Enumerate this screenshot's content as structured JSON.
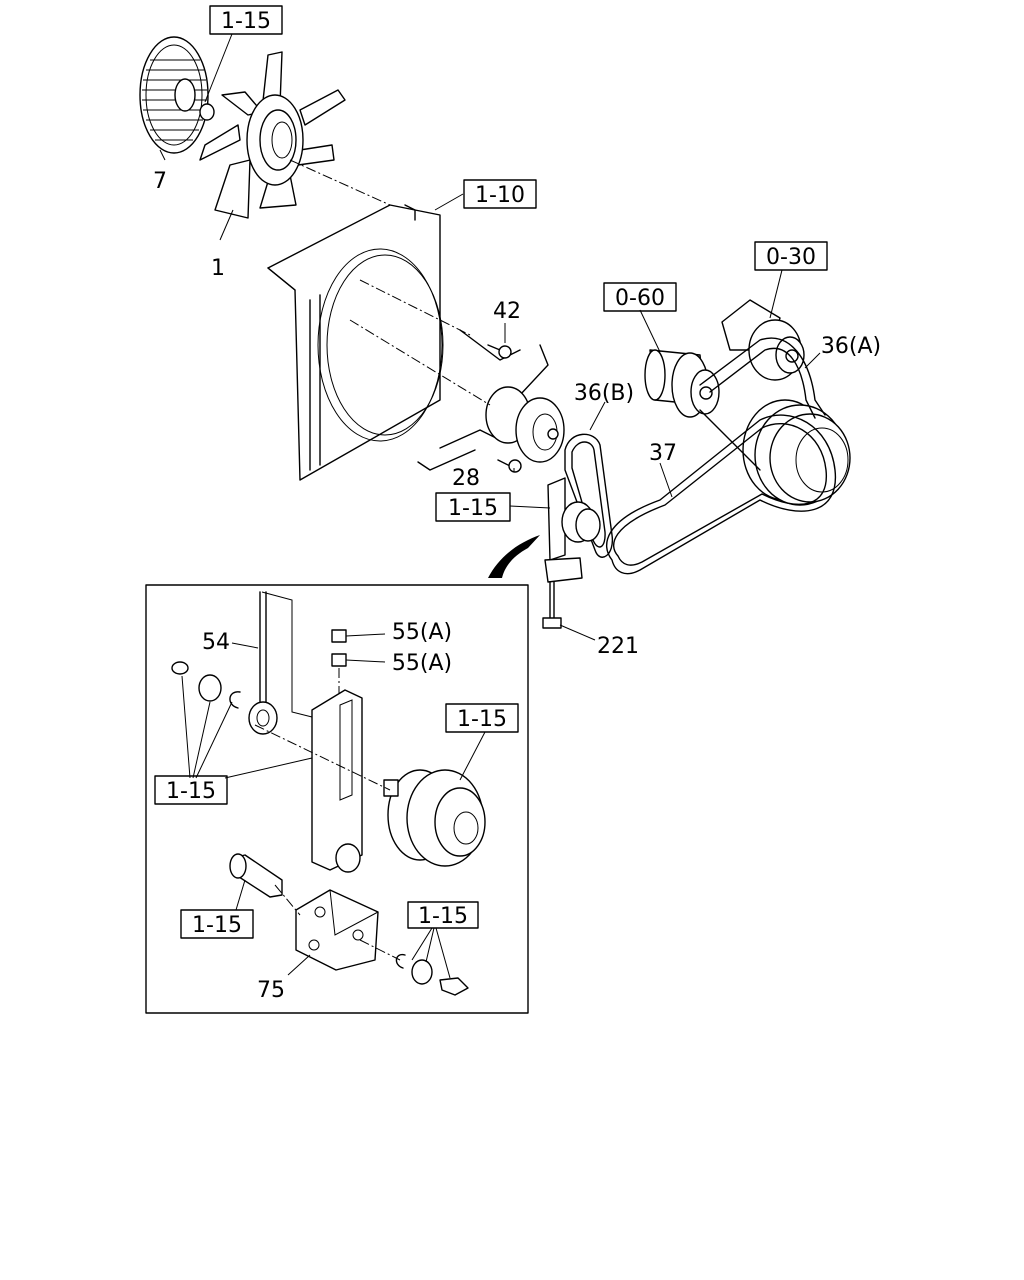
{
  "diagram": {
    "callouts": {
      "fan": "1",
      "fan_clutch": "7",
      "bolt_42": "42",
      "bolt_28": "28",
      "belt_36a": "36(A)",
      "belt_36b": "36(B)",
      "belt_37": "37",
      "bolt_221": "221",
      "stud_54": "54",
      "nut_55a_1": "55(A)",
      "nut_55a_2": "55(A)",
      "bracket_75": "75"
    },
    "refs": {
      "fan_clutch_ref": "1-15",
      "shroud_ref": "1-10",
      "compressor_ref": "0-60",
      "pump_ref": "0-30",
      "tensioner_ref": "1-15",
      "detail_parts_ref": "1-15",
      "detail_pulley_ref": "1-15",
      "detail_bolt_ref": "1-15",
      "detail_nut_ref": "1-15"
    }
  }
}
